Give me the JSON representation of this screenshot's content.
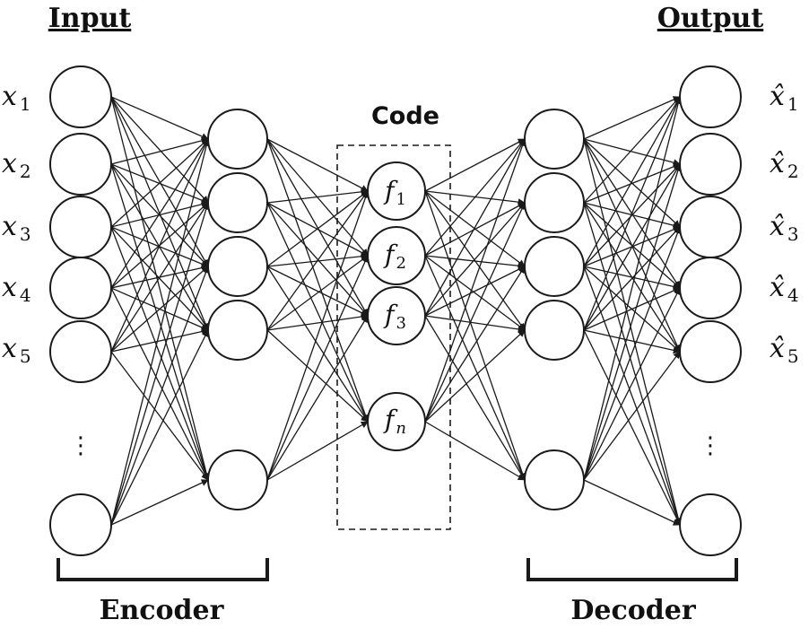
{
  "headings": {
    "input": "Input",
    "output": "Output",
    "code": "Code"
  },
  "sections": {
    "encoder": "Encoder",
    "decoder": "Decoder"
  },
  "input_labels": [
    {
      "main": "x",
      "sub": "1"
    },
    {
      "main": "x",
      "sub": "2"
    },
    {
      "main": "x",
      "sub": "3"
    },
    {
      "main": "x",
      "sub": "4"
    },
    {
      "main": "x",
      "sub": "5"
    }
  ],
  "output_labels": [
    {
      "main": "x̂",
      "sub": "1"
    },
    {
      "main": "x̂",
      "sub": "2"
    },
    {
      "main": "x̂",
      "sub": "3"
    },
    {
      "main": "x̂",
      "sub": "4"
    },
    {
      "main": "x̂",
      "sub": "5"
    }
  ],
  "code_nodes": [
    {
      "main": "f",
      "sub": "1"
    },
    {
      "main": "f",
      "sub": "2"
    },
    {
      "main": "f",
      "sub": "3"
    },
    {
      "main": "f",
      "sub": "n"
    }
  ],
  "ellipsis": "⋮",
  "colors": {
    "stroke": "#1a1a1a",
    "background": "#ffffff"
  }
}
